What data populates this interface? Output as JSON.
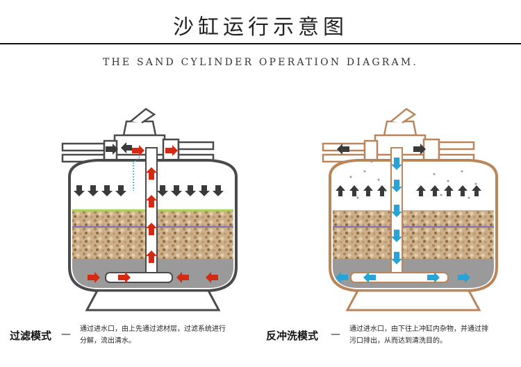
{
  "title": "沙缸运行示意图",
  "subtitle": "THE SAND CYLINDER OPERATION DIAGRAM.",
  "colors": {
    "filter_outline": "#4a4a4a",
    "backwash_outline": "#b9855a",
    "filter_arrow": "#d42a14",
    "backwash_arrow": "#27a3d8",
    "down_arrow": "#3a3a3a",
    "sand": "#c8a57a",
    "base_gray": "#9a9a9a",
    "green_line": "#a9d84a"
  },
  "icons": {
    "filter_arrows": "red-flow-arrow",
    "backwash_arrows": "blue-flow-arrow"
  },
  "filter_mode": {
    "label": "过滤模式",
    "dash": "—",
    "desc_line1": "通过进水口，由上先通过滤材层，过滤系统进行",
    "desc_line2": "分解，流出清水。"
  },
  "backwash_mode": {
    "label": "反冲洗模式",
    "dash": "—",
    "desc_line1": "通过进水口，由下往上冲缸内杂物，并通过排",
    "desc_line2": "污口排出，从而达到清洗目的。"
  }
}
